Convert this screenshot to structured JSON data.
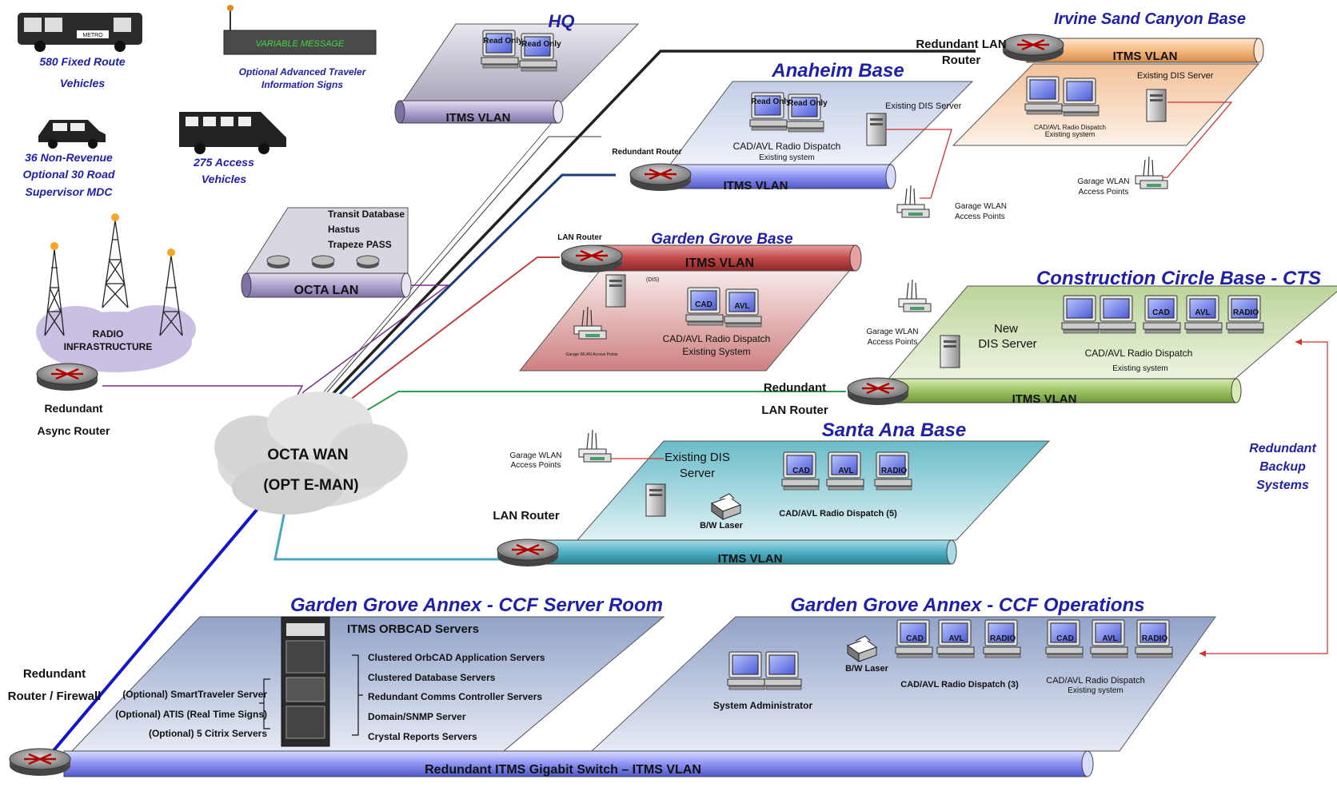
{
  "vehicles": {
    "fixed_route_1": "580 Fixed Route",
    "fixed_route_2": "Vehicles",
    "non_revenue_1": "36 Non-Revenue",
    "non_revenue_2": "Optional 30 Road",
    "non_revenue_3": "Supervisor MDC",
    "access_1": "275 Access",
    "access_2": "Vehicles",
    "bus_sign": "METRO",
    "vms_text": "VARIABLE MESSAGE",
    "vms_caption_1": "Optional Advanced Traveler",
    "vms_caption_2": "Information Signs"
  },
  "radio": {
    "label_1": "RADIO",
    "label_2": "INFRASTRUCTURE",
    "router_1": "Redundant",
    "router_2": "Async Router"
  },
  "octa_lan": {
    "items": [
      "Transit Database",
      "Hastus",
      "Trapeze PASS"
    ],
    "label": "OCTA  LAN"
  },
  "wan": {
    "line_1": "OCTA WAN",
    "line_2": "(OPT E-MAN)"
  },
  "hq": {
    "title": "HQ",
    "ro_a": "Read Only",
    "ro_b": "Read Only",
    "vlan": "ITMS VLAN"
  },
  "anaheim": {
    "title": "Anaheim Base",
    "router": "Redundant Router",
    "ro_a": "Read Only",
    "ro_b": "Read Only",
    "dispatch": "CAD/AVL Radio Dispatch",
    "existing": "Existing system",
    "dis": "Existing DIS Server",
    "wlan_1": "Garage WLAN",
    "wlan_2": "Access Points",
    "vlan": "ITMS VLAN"
  },
  "irvine": {
    "title": "Irvine Sand Canyon Base",
    "router_1": "Redundant LAN",
    "router_2": "Router",
    "vlan": "ITMS VLAN",
    "dis": "Existing DIS Server",
    "dispatch": "CAD/AVL Radio Dispatch",
    "existing": "Existing system",
    "wlan_1": "Garage WLAN",
    "wlan_2": "Access Points"
  },
  "garden_grove": {
    "title": "Garden Grove Base",
    "router": "LAN Router",
    "vlan": "ITMS VLAN",
    "dis": "(DIS)",
    "wlan": "Garage WLAN Access Points",
    "cad": "CAD",
    "avl": "AVL",
    "dispatch": "CAD/AVL Radio Dispatch",
    "existing": "Existing System"
  },
  "cts": {
    "title": "Construction Circle Base - CTS",
    "wlan_1": "Garage WLAN",
    "wlan_2": "Access Points",
    "new_dis_1": "New",
    "new_dis_2": "DIS Server",
    "cad": "CAD",
    "avl": "AVL",
    "radio": "RADIO",
    "dispatch": "CAD/AVL Radio Dispatch",
    "existing": "Existing system",
    "router_1": "Redundant",
    "router_2": "LAN Router",
    "vlan": "ITMS VLAN"
  },
  "backup": {
    "line_1": "Redundant",
    "line_2": "Backup",
    "line_3": "Systems"
  },
  "santa_ana": {
    "title": "Santa Ana Base",
    "wlan_1": "Garage WLAN",
    "wlan_2": "Access Points",
    "dis_1": "Existing DIS",
    "dis_2": "Server",
    "laser": "B/W Laser",
    "cad": "CAD",
    "avl": "AVL",
    "radio": "RADIO",
    "dispatch": "CAD/AVL Radio Dispatch (5)",
    "router": "LAN Router",
    "vlan": "ITMS VLAN"
  },
  "server_room": {
    "title": "Garden Grove Annex - CCF Server Room",
    "servers_title": "ITMS ORBCAD Servers",
    "left": [
      "(Optional) SmartTraveler Server",
      "(Optional) ATIS (Real Time Signs)",
      "(Optional) 5 Citrix Servers"
    ],
    "right": [
      "Clustered OrbCAD Application Servers",
      "Clustered Database Servers",
      "Redundant Comms Controller Servers",
      "Domain/SNMP Server",
      "Crystal Reports Servers"
    ],
    "firewall_1": "Redundant",
    "firewall_2": "Router / Firewall",
    "switch": "Redundant ITMS Gigabit Switch – ITMS VLAN"
  },
  "operations": {
    "title": "Garden Grove Annex - CCF Operations",
    "laser": "B/W Laser",
    "cad": "CAD",
    "avl": "AVL",
    "radio": "RADIO",
    "dispatch": "CAD/AVL Radio Dispatch (3)",
    "dispatch_existing": "CAD/AVL Radio Dispatch",
    "existing": "Existing system",
    "admin": "System Administrator"
  }
}
